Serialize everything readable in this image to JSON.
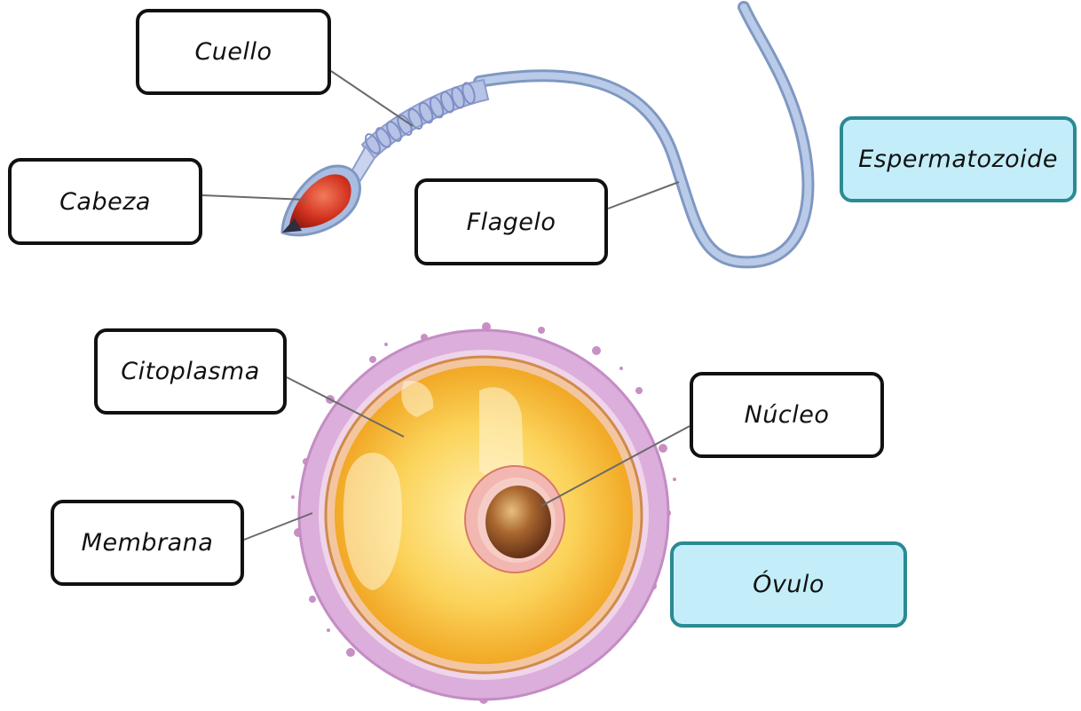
{
  "sperm": {
    "title": "Espermatozoide",
    "labels": {
      "neck": "Cuello",
      "head": "Cabeza",
      "flagellum": "Flagelo"
    }
  },
  "ovum": {
    "title": "Óvulo",
    "labels": {
      "cytoplasm": "Citoplasma",
      "nucleus": "Núcleo",
      "membrane": "Membrana"
    }
  },
  "colors": {
    "label_border": "#111111",
    "title_border": "#2b8a94",
    "title_fill": "#c3eef9",
    "flagellum": "#9db3d6",
    "sperm_head": "#d2321f",
    "membrane": "#d9a8d6",
    "cytoplasm": "#f6b62a",
    "nucleus": "#8a4a2a"
  }
}
